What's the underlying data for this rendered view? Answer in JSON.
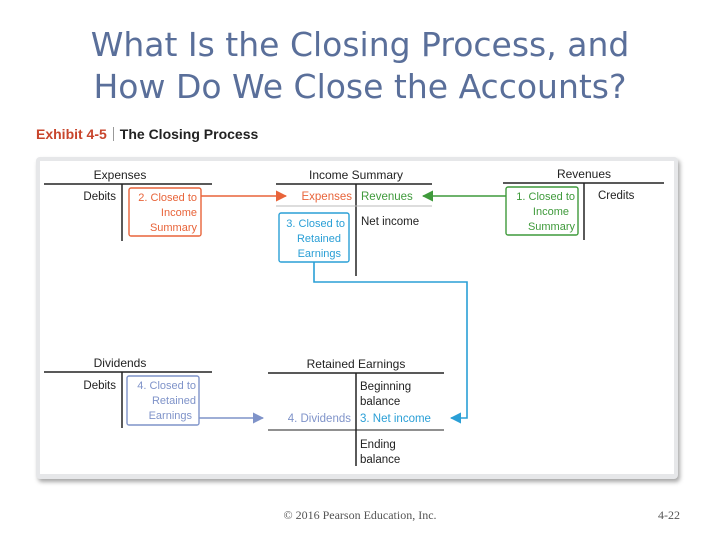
{
  "slide": {
    "title_line1": "What Is the Closing Process, and",
    "title_line2": "How Do We Close the Accounts?",
    "exhibit_number": "Exhibit 4-5",
    "exhibit_name": "The Closing Process",
    "copyright": "© 2016 Pearson Education, Inc.",
    "page_number": "4-22"
  },
  "colors": {
    "title": "#5a6f9a",
    "step1_green": "#3f9a3b",
    "step2_orange": "#e8643a",
    "step3_blue": "#2a9fd6",
    "step4_purple": "#7f93c9",
    "exhibit_red": "#c8452c"
  },
  "accounts": {
    "expenses": {
      "name": "Expenses",
      "debit_label": "Debits",
      "closing_line1": "2. Closed to",
      "closing_line2": "Income",
      "closing_line3": "Summary"
    },
    "income_summary": {
      "name": "Income Summary",
      "left_entry": "Expenses",
      "right_entry": "Revenues",
      "closing_line1": "3. Closed to",
      "closing_line2": "Retained",
      "closing_line3": "Earnings",
      "net_income_label": "Net income"
    },
    "revenues": {
      "name": "Revenues",
      "closing_line1": "1. Closed to",
      "closing_line2": "Income",
      "closing_line3": "Summary",
      "credit_label": "Credits"
    },
    "dividends": {
      "name": "Dividends",
      "debit_label": "Debits",
      "closing_line1": "4. Closed to",
      "closing_line2": "Retained",
      "closing_line3": "Earnings"
    },
    "retained_earnings": {
      "name": "Retained Earnings",
      "beginning_line1": "Beginning",
      "beginning_line2": "balance",
      "left_entry": "4. Dividends",
      "right_entry": "3. Net income",
      "ending_line1": "Ending",
      "ending_line2": "balance"
    }
  }
}
